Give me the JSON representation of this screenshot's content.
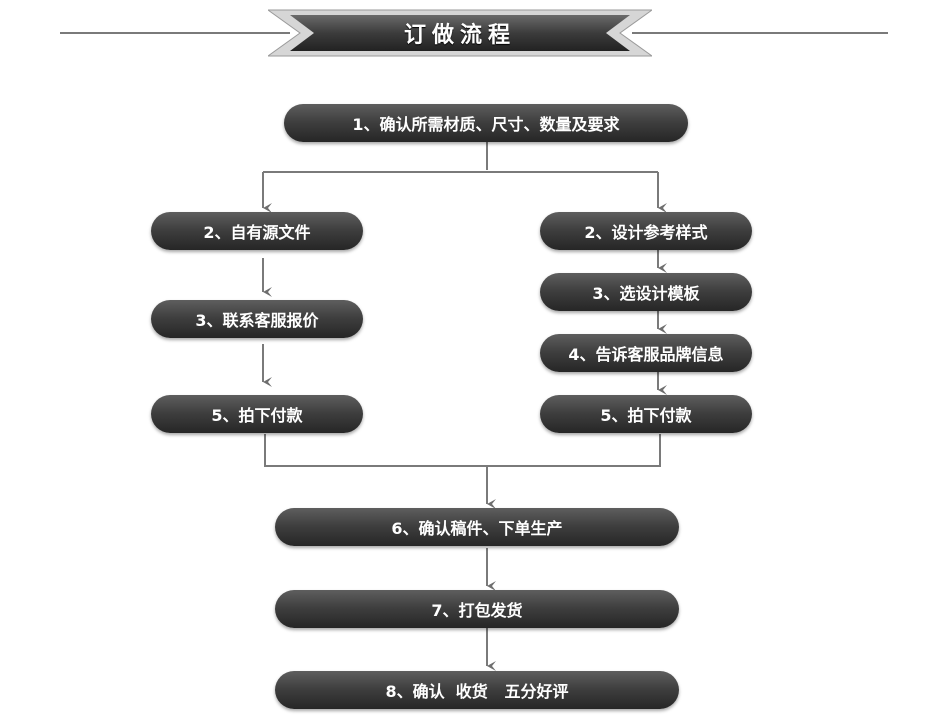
{
  "title": "订做流程",
  "steps": {
    "s1": "1、确认所需材质、尺寸、数量及要求",
    "s2_left": "2、自有源文件",
    "s3_left": "3、联系客服报价",
    "s5_left": "5、拍下付款",
    "s2_right": "2、设计参考样式",
    "s3_right": "3、选设计模板",
    "s4_right": "4、告诉客服品牌信息",
    "s5_right": "5、拍下付款",
    "s6": "6、确认稿件、下单生产",
    "s7": "7、打包发货",
    "s8": "8、确认  收货   五分好评"
  },
  "colors": {
    "node": "#3a3a3a",
    "line": "#7a7a7a",
    "text": "#ffffff"
  }
}
